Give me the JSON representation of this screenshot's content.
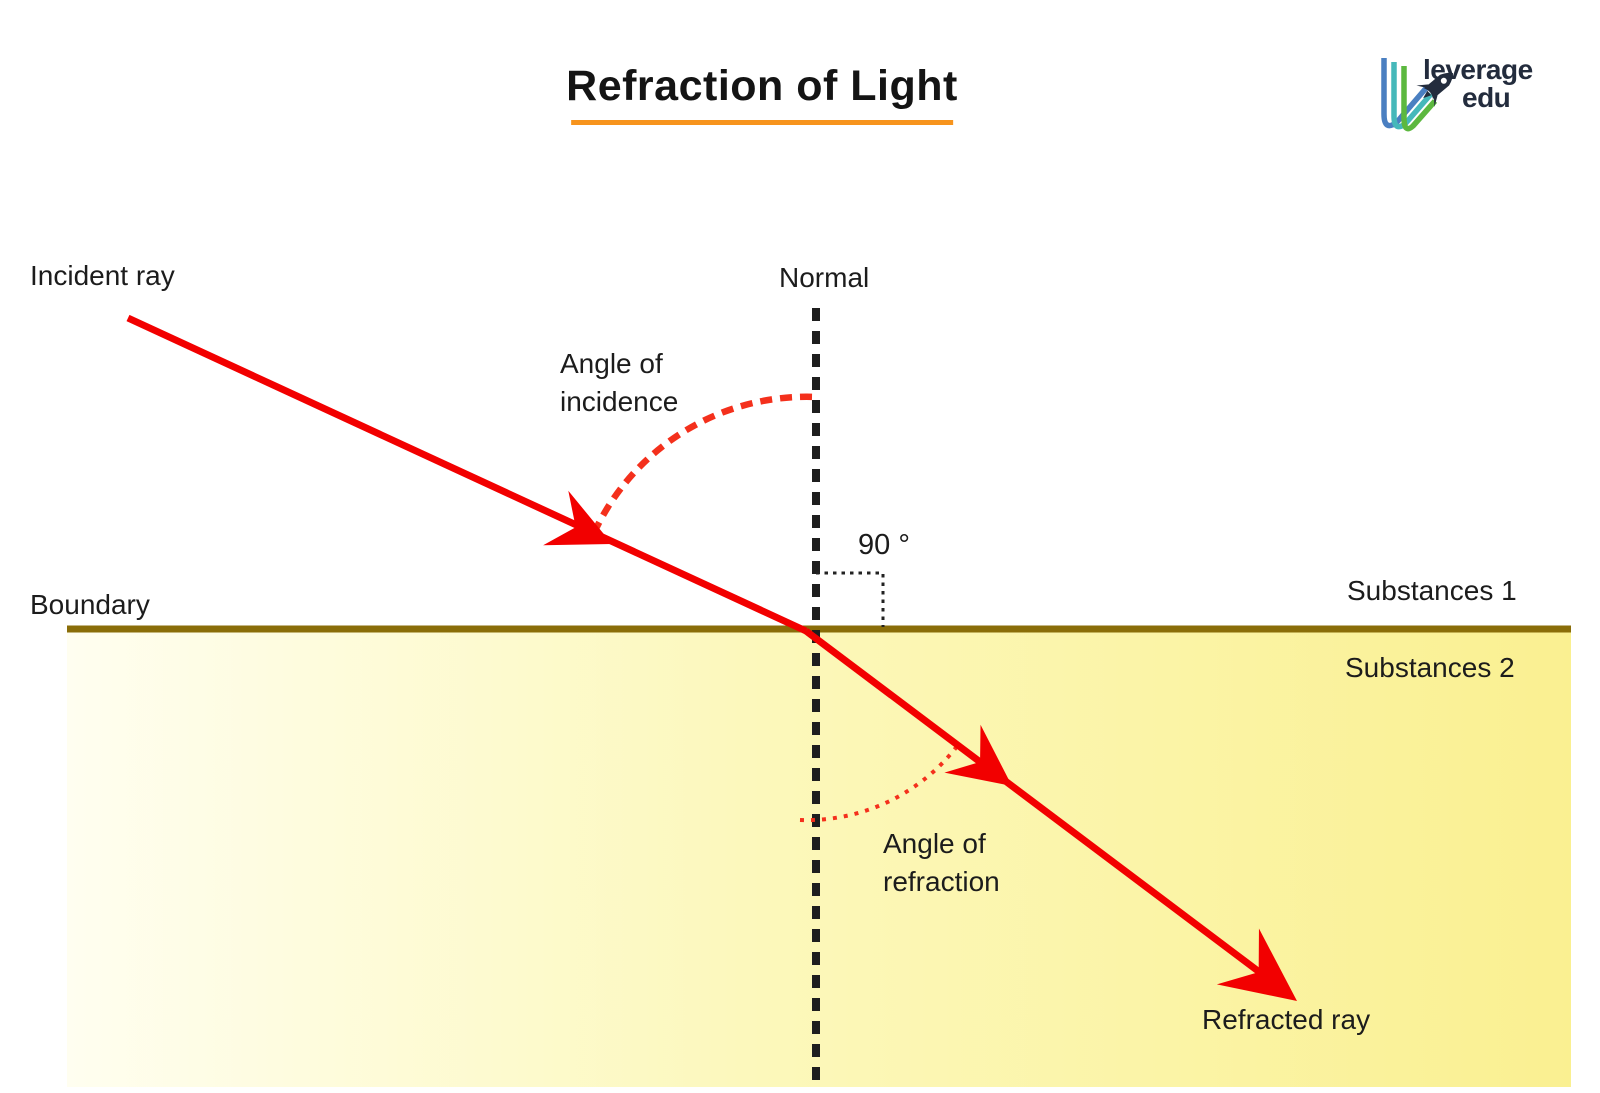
{
  "title": {
    "text": "Refraction of Light"
  },
  "logo": {
    "line1": "leverage",
    "line2": "edu"
  },
  "diagram": {
    "labels": {
      "incident_ray": "Incident ray",
      "normal": "Normal",
      "angle_of_incidence": {
        "line1": "Angle of",
        "line2": "incidence"
      },
      "right_angle": "90 °",
      "boundary": "Boundary",
      "substance_1": "Substances 1",
      "substance_2": "Substances 2",
      "angle_of_refraction": {
        "line1": "Angle of",
        "line2": "refraction"
      },
      "refracted_ray": "Refracted ray"
    },
    "colors": {
      "ray_red": "#f20000",
      "arc_red": "#f4301c",
      "boundary_line": "#8a6d08",
      "normal_line": "#1e1e1e",
      "substance2_fill_left": "#fffef0",
      "substance2_fill_mid": "#fcf8bc",
      "substance2_fill_right": "#faf091",
      "title_underline": "#f7941d",
      "logo_blue": "#4a7fc1",
      "logo_teal": "#45b8ba",
      "logo_green": "#5cb83f",
      "logo_dark": "#232c3d"
    }
  }
}
